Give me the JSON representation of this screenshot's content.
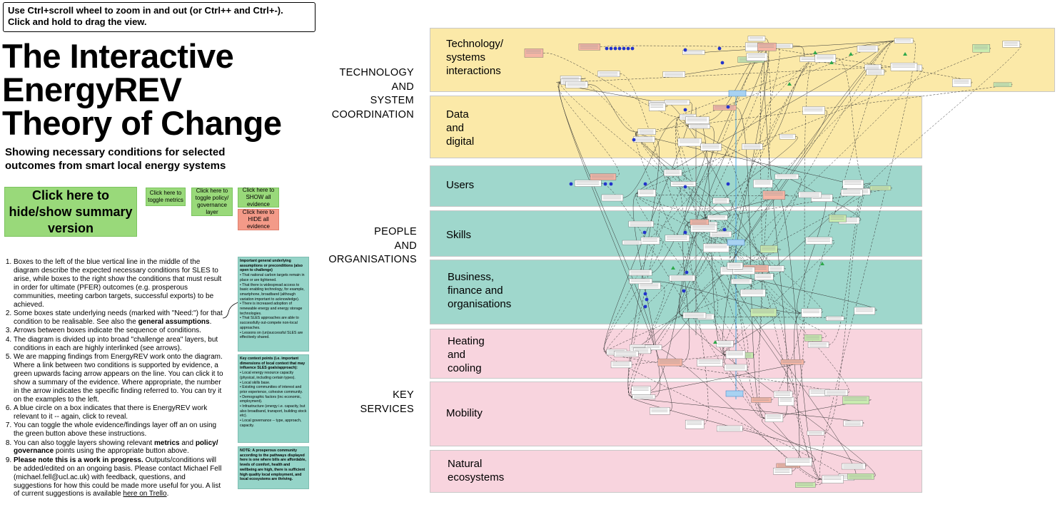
{
  "hint": {
    "line1": "Use Ctrl+scroll wheel to zoom in and out (or Ctrl++ and Ctrl+-).",
    "line2": "Click and hold to drag the view."
  },
  "title": {
    "line1": "The Interactive",
    "line2": "EnergyREV",
    "line3": "Theory of Change"
  },
  "subtitle": {
    "line1": "Showing necessary conditions for selected",
    "line2": "outcomes from smart local energy systems"
  },
  "buttons": {
    "summary": "Click here to hide/show summary version",
    "toggle_metrics": "Click here to toggle metrics",
    "toggle_policy_a": "Click here to",
    "toggle_policy_b": "toggle policy/",
    "toggle_policy_c": "governance",
    "toggle_policy_d": "layer",
    "show_evidence": "Click here to SHOW all evidence",
    "hide_evidence": "Click here to HIDE all evidence"
  },
  "instructions": {
    "item1": "Boxes to the left of the blue vertical line in the middle of the diagram describe the expected necessary conditions for SLES to arise, while boxes to the right show the conditions that must result in order for ultimate (PFER) outcomes (e.g. prosperous communities, meeting carbon targets, successful exports) to be achieved.",
    "item2_a": "Some boxes state underlying needs (marked with \"Need:\") for that condition to be realisable. See also the ",
    "item2_b": "general assumptions",
    "item2_c": ".",
    "item3": "Arrows between boxes indicate the sequence of conditions.",
    "item4": "The diagram is divided up into broad \"challenge area\" layers, but conditions in each are highly interlinked (see arrows).",
    "item5": "We are mapping findings from EnergyREV work onto the diagram. Where a link between two conditions is supported by evidence, a green upwards facing arrow appears on the line. You can click it to show a summary of the evidence. Where appropriate, the number in the arrow indicates the specific finding referred to. You can try it on the examples to the left.",
    "item6": "A blue circle on a box indicates that there is EnergyREV work relevant to it -- again, click to reveal.",
    "item7": "You can toggle the whole evidence/findings layer off an on using the green button above these instructions.",
    "item8_a": "You can also toggle layers showing relevant ",
    "item8_b": "metrics",
    "item8_c": " and ",
    "item8_d": "policy/ governance",
    "item8_e": " points using the appropriate button above.",
    "item9_a": "Please note this is a work in progress.",
    "item9_b": " Outputs/conditions will be added/edited on an ongoing basis. Please contact Michael Fell (michael.fell@ucl.ac.uk) with feedback, questions, and suggestions for how this could be made more useful for you. A list of current suggestions is available ",
    "item9_link": "here on Trello",
    "item9_c": "."
  },
  "notes": {
    "assumptions": {
      "head": "Important general underlying assumptions or preconditions (also open to challenge)",
      "lines": [
        "• That national carbon targets remain in place or are tightened.",
        "• That there is widespread access to basic enabling technology, for example, smartphone, broadband (although variation important to acknowledge).",
        "• There is increased adoption of renewable energy and energy storage technologies.",
        "• That SLES approaches are able to successfully out-compete non-local approaches.",
        "• Lessons on (un)successful SLES are effectively shared."
      ]
    },
    "context": {
      "head": "Key context points (i.e. important dimensions of local context that may influence SLES goals/approach):",
      "lines": [
        "• Local energy resource capacity (physical, including certain types).",
        "• Local skills base.",
        "• Existing communities of interest and prior experience, cohesive community.",
        "• Demographic factors (inc economic, employment).",
        "• Infrastructure (energy i.e. capacity, but also broadband, transport, building stock etc).",
        "• Local governance -- type, approach, capacity."
      ]
    },
    "prosperous": {
      "head": "NOTE: A prosperous community according to the pathways displayed here is one where bills are affordable, levels of comfort, health and wellbeing are high, there is sufficient high quality local employment, and local ecosystems are thriving."
    }
  },
  "groups": {
    "tech_line1": "TECHNOLOGY",
    "tech_line2": "AND",
    "tech_line3": "SYSTEM",
    "tech_line4": "COORDINATION",
    "people_line1": "PEOPLE",
    "people_line2": "AND",
    "people_line3": "ORGANISATIONS",
    "key_line1": "KEY",
    "key_line2": "SERVICES"
  },
  "bands": {
    "tech_a": "Technology/",
    "tech_b": "systems",
    "tech_c": "interactions",
    "data_a": "Data",
    "data_b": "and",
    "data_c": "digital",
    "users": "Users",
    "skills": "Skills",
    "business_a": "Business,",
    "business_b": "finance and",
    "business_c": "organisations",
    "heating_a": "Heating",
    "heating_b": "and",
    "heating_c": "cooling",
    "mobility": "Mobility",
    "natural_a": "Natural",
    "natural_b": "ecosystems"
  },
  "colors": {
    "yellow_band": "#fbe9a8",
    "teal_band": "#9fd7cc",
    "pink_band": "#f8d4de",
    "green_button": "#99d97a",
    "red_button": "#f39a88",
    "evidence_dot": "#2233cc",
    "evidence_arrow": "#2ea84a",
    "center_line": "#4aa3df"
  }
}
